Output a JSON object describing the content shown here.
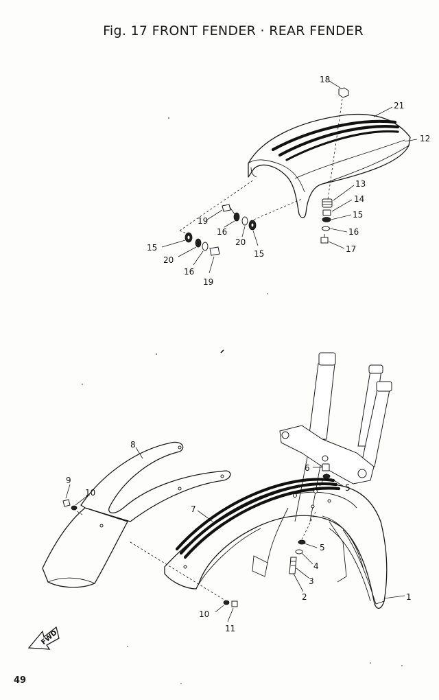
{
  "figure": {
    "title": "Fig. 17 FRONT FENDER · REAR FENDER",
    "page_number": "49",
    "fwd_label": "FWD"
  },
  "callouts": {
    "rear": [
      "18",
      "21",
      "12",
      "13",
      "14",
      "15",
      "16",
      "17",
      "19",
      "16",
      "20",
      "15",
      "15",
      "20",
      "16",
      "19"
    ],
    "front": [
      "6",
      "5",
      "7",
      "8",
      "9",
      "10",
      "5",
      "4",
      "3",
      "2",
      "1",
      "10",
      "11"
    ]
  }
}
